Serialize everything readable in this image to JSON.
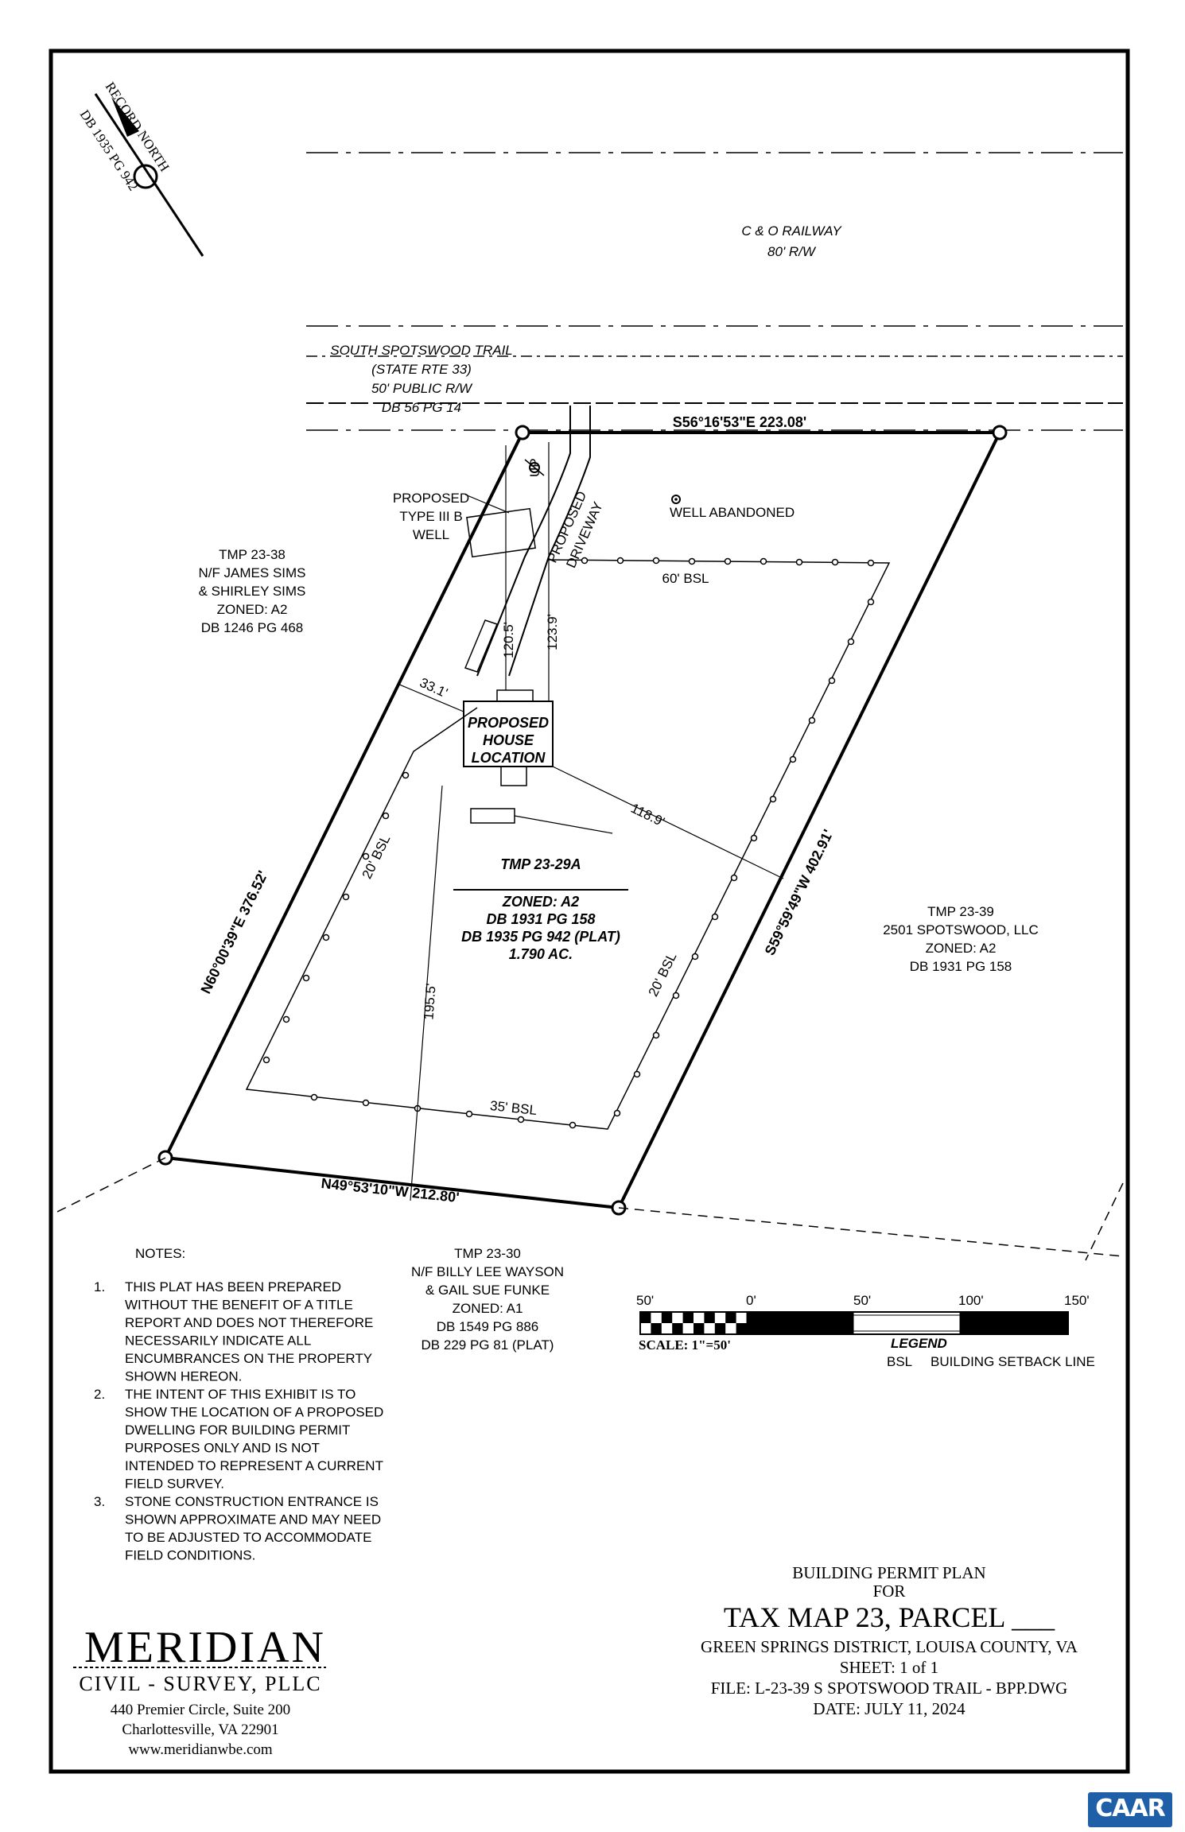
{
  "north_arrow": {
    "line1": "RECORD NORTH",
    "line2": "DB 1935 PG 942"
  },
  "railway": {
    "name": "C & O RAILWAY",
    "rw": "80' R/W"
  },
  "road": {
    "name": "SOUTH SPOTSWOOD TRAIL",
    "route": "(STATE RTE 33)",
    "rw": "50' PUBLIC R/W",
    "deed": "DB 56 PG 14"
  },
  "bearings": {
    "top": "S56°16'53\"E   223.08'",
    "right": "S59°59'49\"W   402.91'",
    "left": "N60°00'39\"E   376.52'",
    "bottom": "N49°53'10\"W   212.80'"
  },
  "well_proposed": [
    "PROPOSED",
    "TYPE III B",
    "WELL"
  ],
  "well_abandoned": "WELL ABANDONED",
  "driveway": [
    "PROPOSED",
    "DRIVEWAY"
  ],
  "up": "UP",
  "house": [
    "PROPOSED",
    "HOUSE",
    "LOCATION"
  ],
  "dims": {
    "d120": "120.5'",
    "d123": "123.9'",
    "d33": "33.1'",
    "d118": "118.9'",
    "d195": "195.5'"
  },
  "bsl": {
    "top": "60' BSL",
    "left": "20' BSL",
    "right": "20' BSL",
    "bottom": "35' BSL"
  },
  "parcel": {
    "tmp": "TMP 23-29A",
    "zoned": "ZONED: A2",
    "db1": "DB 1931 PG 158",
    "db2": "DB 1935 PG 942 (PLAT)",
    "area": "1.790 AC."
  },
  "adj_left": [
    "TMP 23-38",
    "N/F JAMES SIMS",
    "& SHIRLEY SIMS",
    "ZONED: A2",
    "DB 1246 PG 468"
  ],
  "adj_right": [
    "TMP 23-39",
    "2501 SPOTSWOOD, LLC",
    "ZONED: A2",
    "DB 1931 PG 158"
  ],
  "adj_bottom": [
    "TMP 23-30",
    "N/F BILLY LEE WAYSON",
    "& GAIL SUE FUNKE",
    "ZONED: A1",
    "DB 1549 PG 886",
    "DB 229 PG 81 (PLAT)"
  ],
  "notes_title": "NOTES:",
  "notes": [
    {
      "num": "1.",
      "lines": [
        "THIS PLAT HAS BEEN PREPARED",
        "WITHOUT THE BENEFIT OF A TITLE",
        "REPORT AND DOES NOT THEREFORE",
        "NECESSARILY INDICATE ALL",
        "ENCUMBRANCES ON THE PROPERTY",
        "SHOWN HEREON."
      ]
    },
    {
      "num": "2.",
      "lines": [
        "THE INTENT OF THIS EXHIBIT IS TO",
        "SHOW THE LOCATION OF A PROPOSED",
        "DWELLING FOR BUILDING PERMIT",
        "PURPOSES ONLY AND IS NOT",
        "INTENDED TO REPRESENT A CURRENT",
        "FIELD SURVEY."
      ]
    },
    {
      "num": "3.",
      "lines": [
        "STONE CONSTRUCTION ENTRANCE IS",
        "SHOWN APPROXIMATE AND MAY NEED",
        "TO BE ADJUSTED TO ACCOMMODATE",
        "FIELD CONDITIONS."
      ]
    }
  ],
  "scale": {
    "ticks": [
      "50'",
      "0'",
      "50'",
      "100'",
      "150'"
    ],
    "label": "SCALE: 1\"=50'"
  },
  "legend": {
    "title": "LEGEND",
    "entry_code": "BSL",
    "entry_text": "BUILDING SETBACK LINE"
  },
  "company": {
    "name": "MERIDIAN",
    "sub": "CIVIL - SURVEY, PLLC",
    "addr1": "440 Premier Circle, Suite 200",
    "addr2": "Charlottesville, VA 22901",
    "web": "www.meridianwbe.com"
  },
  "title_block": {
    "line1": "BUILDING PERMIT PLAN",
    "line2": "FOR",
    "title": "TAX MAP 23, PARCEL ___",
    "district": "GREEN SPRINGS DISTRICT, LOUISA  COUNTY, VA",
    "sheet": "SHEET: 1 of 1",
    "file": "FILE: L-23-39 S SPOTSWOOD TRAIL - BPP.DWG",
    "date": "DATE: JULY 11, 2024"
  },
  "badge": "CAAR",
  "colors": {
    "ink": "#000000",
    "badge": "#1f5fa8"
  }
}
